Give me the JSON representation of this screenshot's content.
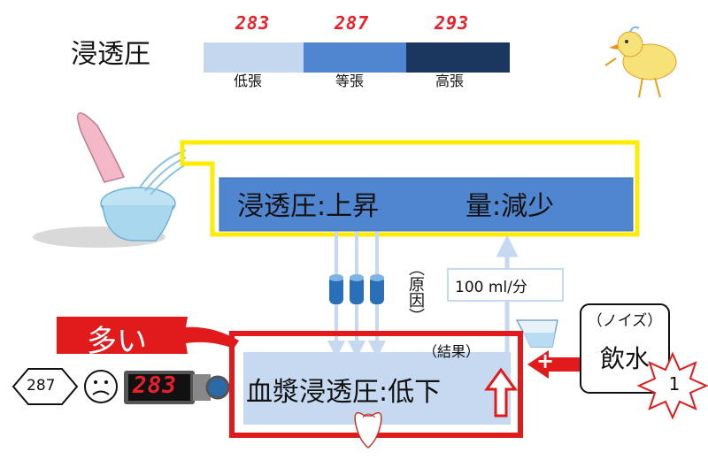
{
  "title": "浸透圧",
  "scale": {
    "segments": [
      {
        "value": "283",
        "label": "低張",
        "color": "#c5d6ef"
      },
      {
        "value": "287",
        "label": "等張",
        "color": "#4f86cf"
      },
      {
        "value": "293",
        "label": "高張",
        "color": "#1b365f"
      }
    ]
  },
  "urine_box": {
    "osm_text": "浸透圧:上昇",
    "vol_text": "量:減少"
  },
  "cause_label": "（原因）",
  "flow_label": "100 ml/分",
  "result_label": "（結果）",
  "plasma_text": "血漿浸透圧:低下",
  "callout_text": "多い",
  "noise_box": {
    "label": "（ノイズ）",
    "text": "飲水"
  },
  "plus_sign": "+",
  "burst_number": "1",
  "sensor": {
    "reference": "287",
    "reading": "283"
  },
  "colors": {
    "blue_box": "#4f86cf",
    "yellow_outline": "#ffeb00",
    "red": "#e11b1b",
    "light_blue": "#c6d9f1"
  }
}
